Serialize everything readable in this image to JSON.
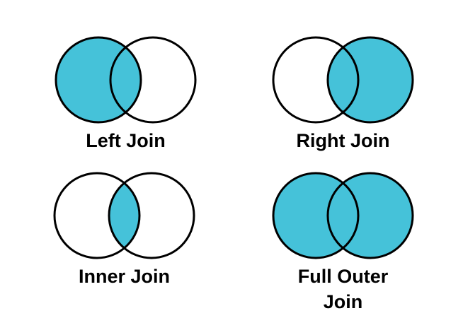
{
  "colors": {
    "fill": "#45c2d9",
    "stroke": "#000000",
    "background": "#ffffff",
    "label_text": "#000000"
  },
  "diagrams": [
    {
      "id": "left-join",
      "label": "Left Join",
      "filled_region": "left-circle"
    },
    {
      "id": "right-join",
      "label": "Right Join",
      "filled_region": "right-circle"
    },
    {
      "id": "inner-join",
      "label": "Inner Join",
      "filled_region": "intersection"
    },
    {
      "id": "full-outer-join",
      "label": "Full Outer Join",
      "filled_region": "both-circles"
    }
  ]
}
